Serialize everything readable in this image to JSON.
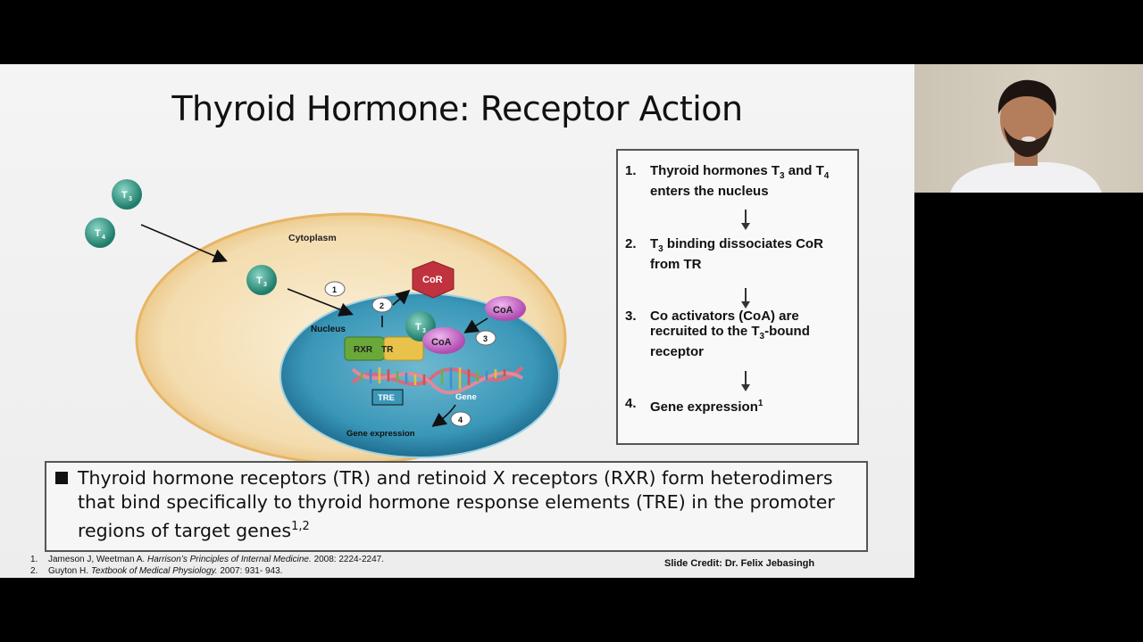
{
  "slide": {
    "title": "Thyroid Hormone: Receptor Action"
  },
  "diagram": {
    "labels": {
      "t3": "T3",
      "t4": "T4",
      "cytoplasm": "Cytoplasm",
      "nucleus": "Nucleus",
      "cor": "CoR",
      "coa": "CoA",
      "rxr": "RXR",
      "tr": "TR",
      "tre": "TRE",
      "gene": "Gene",
      "gene_expression": "Gene expression"
    },
    "step_markers": [
      "1",
      "2",
      "3",
      "4"
    ],
    "colors": {
      "cell": "#f3dcae",
      "nucleus": "#3a97b8",
      "hormone": "#2e9a86",
      "cor": "#c0333e",
      "coa": "#c965c9",
      "rxr": "#6aa83a",
      "tr": "#e8c24a"
    }
  },
  "steps": [
    {
      "num": "1.",
      "text": "Thyroid hormones T",
      "sub1": "3",
      "mid": " and T",
      "sub2": "4",
      "rest": " enters the nucleus"
    },
    {
      "num": "2.",
      "text": "T",
      "sub1": "3",
      "rest": " binding dissociates CoR from TR"
    },
    {
      "num": "3.",
      "text": "Co activators (CoA) are recruited to the T",
      "sub1": "3",
      "rest": "-bound receptor"
    },
    {
      "num": "4.",
      "text": "Gene expression",
      "sup": "1"
    }
  ],
  "bullet": {
    "text": "Thyroid hormone receptors (TR) and retinoid X receptors (RXR) form heterodimers that bind specifically to thyroid hormone response elements (TRE) in the promoter regions of target genes",
    "sup": "1,2"
  },
  "references": [
    {
      "num": "1.",
      "authors": "Jameson J, Weetman A.",
      "title": "Harrison’s Principles of Internal Medicine.",
      "details": "2008: 2224-2247."
    },
    {
      "num": "2.",
      "authors": "Guyton H.",
      "title": "Textbook of Medical Physiology.",
      "details": "2007: 931- 943."
    }
  ],
  "credit": "Slide Credit: Dr. Felix Jebasingh"
}
